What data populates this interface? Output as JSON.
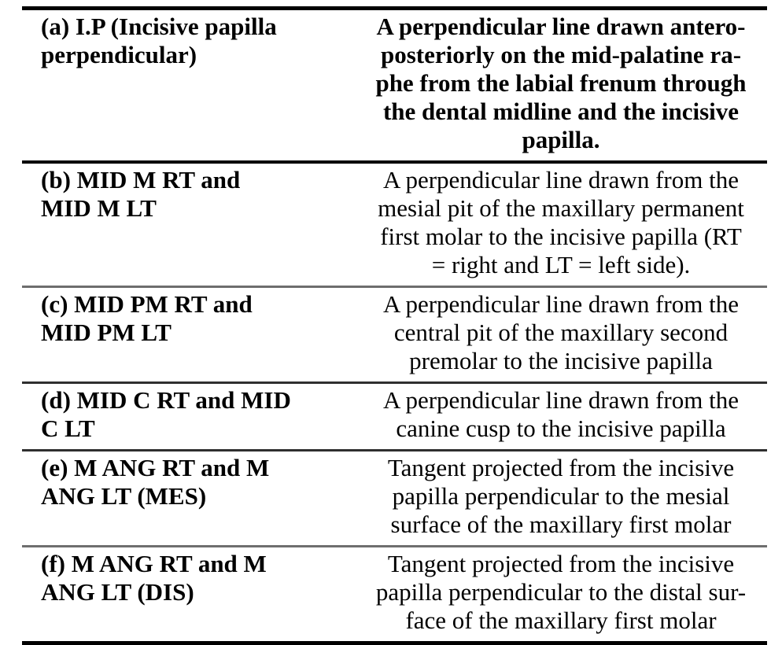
{
  "table": {
    "name": "maxillary-landmark-definitions",
    "columns": [
      "term",
      "definition"
    ],
    "rows": [
      {
        "term": "(a) I.P (Incisive papilla\nperpendicular)",
        "definition": "A perpendicular line drawn antero-\nposteriorly on the mid-palatine ra-\nphe from the labial frenum through\nthe dental midline and the incisive\npapilla."
      },
      {
        "term": "(b) MID M RT and\nMID M LT",
        "definition": "A perpendicular line drawn from the\nmesial pit of the maxillary permanent\nfirst molar to the incisive papilla (RT\n= right and LT = left side)."
      },
      {
        "term": "(c) MID PM RT and\nMID PM LT",
        "definition": "A perpendicular line drawn from the\ncentral pit of the maxillary second\npremolar to the incisive papilla"
      },
      {
        "term": "(d) MID C RT and MID\nC LT",
        "definition": "A perpendicular line drawn from the\ncanine cusp to the incisive papilla"
      },
      {
        "term": "(e) M ANG RT and M\nANG LT (MES)",
        "definition": "Tangent projected from the incisive\npapilla perpendicular to the mesial\nsurface of the maxillary first molar"
      },
      {
        "term": "(f) M ANG RT and M\nANG LT (DIS)",
        "definition": "Tangent projected from the incisive\npapilla perpendicular to the distal sur-\nface of the maxillary first molar"
      }
    ],
    "colors": {
      "text": "#000000",
      "background": "#ffffff",
      "rule_heavy": "#000000",
      "rule_light": "#6e6e6e"
    }
  }
}
